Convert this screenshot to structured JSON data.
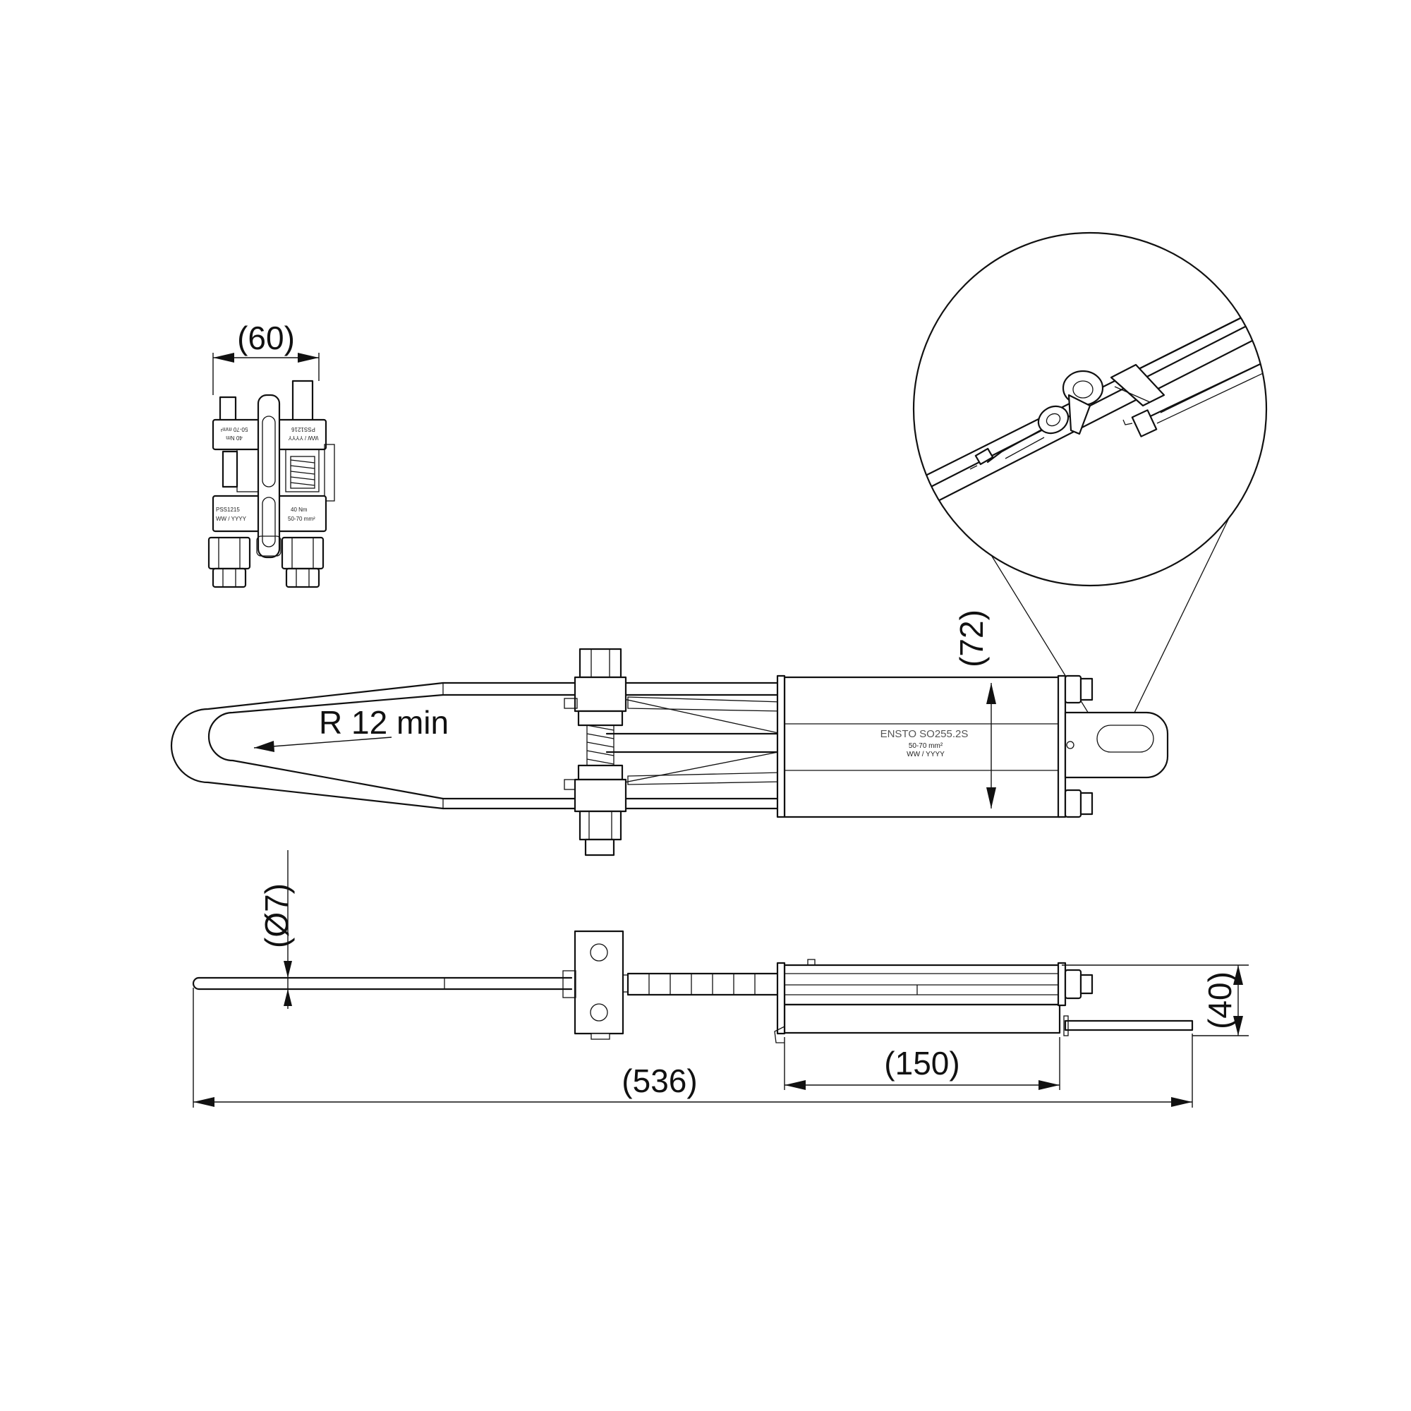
{
  "dimensions": {
    "width_top": "(60)",
    "height_body": "(72)",
    "radius": "R 12 min",
    "diameter": "(Ø7)",
    "height_side": "(40)",
    "length_body": "(150)",
    "length_total": "(536)"
  },
  "body_marking": {
    "brand": "ENSTO SO255.2S",
    "range": "50-70 mm²",
    "date": "WW / YYYY"
  },
  "clamp_marking": {
    "left_bottom_code": "PSS1215",
    "left_bottom_date": "WW / YYYY",
    "right_bottom_torque": "40 Nm",
    "right_bottom_range": "50-70 mm²",
    "left_top_torque": "40 Nm",
    "left_top_range": "50-70 mm²",
    "right_top_code": "PSS1216",
    "right_top_date": "WW / YYYY"
  }
}
